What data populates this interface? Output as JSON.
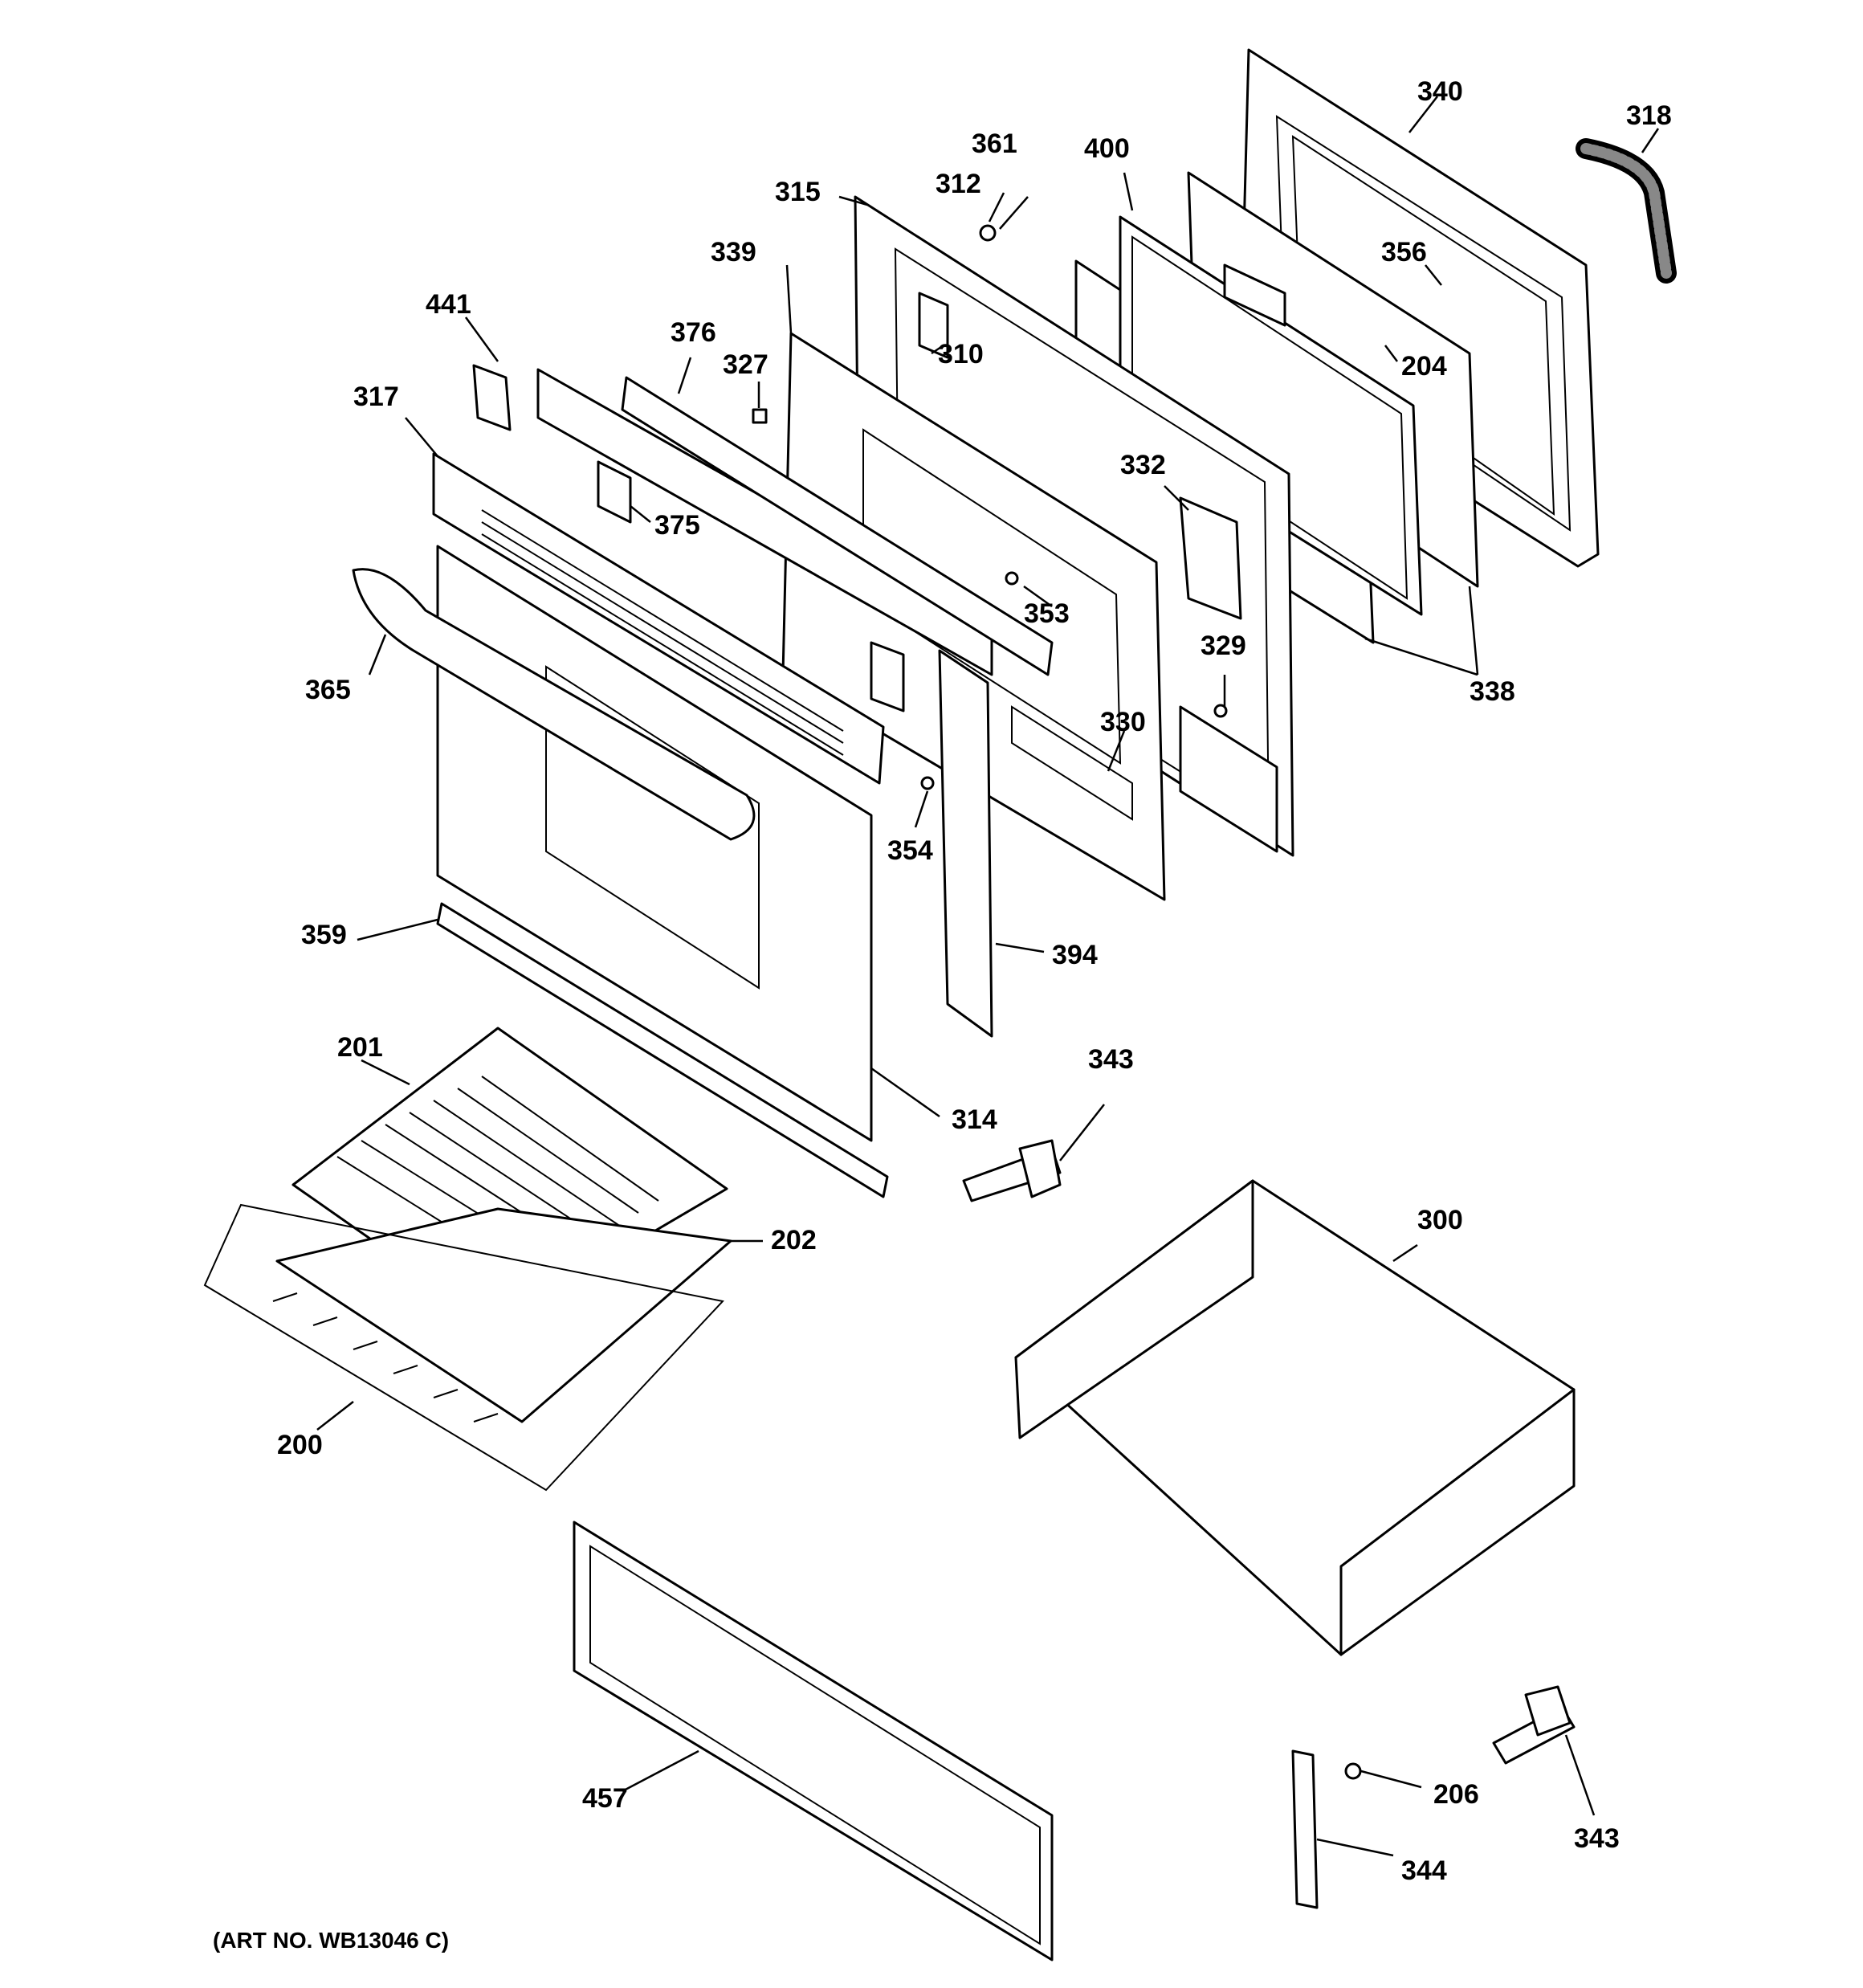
{
  "diagram": {
    "art_number": "(ART NO. WB13046 C)",
    "callouts": [
      "340",
      "318",
      "361",
      "400",
      "312",
      "315",
      "339",
      "356",
      "441",
      "376",
      "327",
      "310",
      "204",
      "317",
      "375",
      "332",
      "353",
      "365",
      "329",
      "338",
      "330",
      "354",
      "359",
      "394",
      "343",
      "201",
      "314",
      "202",
      "300",
      "200",
      "206",
      "457",
      "344",
      "343"
    ]
  }
}
